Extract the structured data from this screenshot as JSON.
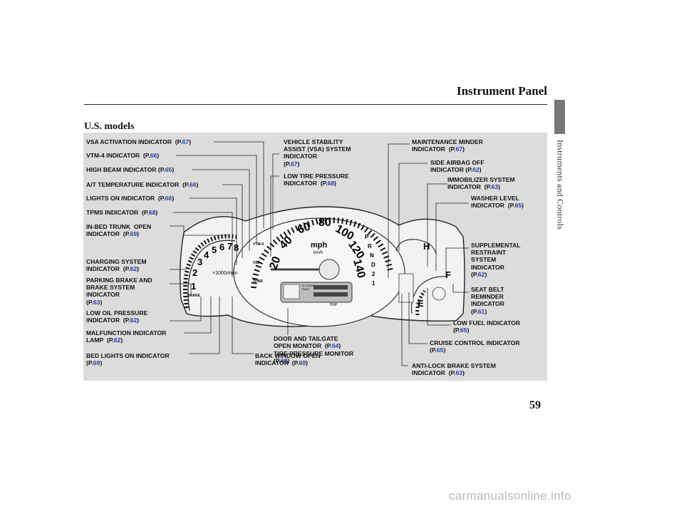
{
  "header": {
    "title": "Instrument Panel",
    "subtitle": "U.S. models"
  },
  "side": {
    "section": "Instruments and Controls"
  },
  "footer": {
    "page_number": "59",
    "watermark": "carmanualsonline.info"
  },
  "labels": {
    "vsa_activation": {
      "text": "VSA ACTIVATION INDICATOR  (P.",
      "page": "67",
      "end": ")"
    },
    "vtm4": {
      "text": "VTM-4 INDICATOR  (P.",
      "page": "66",
      "end": ")"
    },
    "high_beam": {
      "text": "HIGH BEAM INDICATOR (P.",
      "page": "65",
      "end": ")"
    },
    "at_temp": {
      "text": "A/T TEMPERATURE INDICATOR  (P.",
      "page": "66",
      "end": ")"
    },
    "lights_on": {
      "text": "LIGHTS ON INDICATOR  (P.",
      "page": "66",
      "end": ")"
    },
    "tpms": {
      "text": "TPMS INDICATOR  (P.",
      "page": "68",
      "end": ")"
    },
    "in_bed_trunk": {
      "text": "IN-BED TRUNK  OPEN\nINDICATOR  (P.",
      "page": "69",
      "end": ")"
    },
    "charging": {
      "text": "CHARGING SYSTEM\nINDICATOR  (P.",
      "page": "62",
      "end": ")"
    },
    "parking_brake": {
      "text": "PARKING BRAKE AND\nBRAKE SYSTEM\nINDICATOR\n(P.",
      "page": "63",
      "end": ")"
    },
    "low_oil": {
      "text": "LOW OIL PRESSURE\nINDICATOR  (P.",
      "page": "62",
      "end": ")"
    },
    "malfunction": {
      "text": "MALFUNCTION INDICATOR\nLAMP  (P.",
      "page": "62",
      "end": ")"
    },
    "bed_lights": {
      "text": "BED LIGHTS ON INDICATOR\n(P.",
      "page": "69",
      "end": ")"
    },
    "vsa_system": {
      "text": "VEHICLE STABILITY\nASSIST (VSA) SYSTEM\nINDICATOR\n(P.",
      "page": "67",
      "end": ")"
    },
    "low_tire": {
      "text": "LOW TIRE PRESSURE\nINDICATOR  (P.",
      "page": "68",
      "end": ")"
    },
    "door_tailgate": {
      "text": "DOOR AND TAILGATE\nOPEN MONITOR  (P.",
      "page": "64",
      "end": ")"
    },
    "tire_monitor": {
      "text": "TIRE PRESSURE MONITOR\n(P.",
      "page": "68",
      "end": ")"
    },
    "back_window": {
      "text": "BACK WINDOW OPEN\nINDICATOR  (P.",
      "page": "69",
      "end": ")"
    },
    "maintenance": {
      "text": "MAINTENANCE MINDER\nINDICATOR  (P.",
      "page": "67",
      "end": ")"
    },
    "side_airbag": {
      "text": "SIDE AIRBAG OFF\nINDICATOR (P.",
      "page": "62",
      "end": ")"
    },
    "immobilizer": {
      "text": "IMMOBILIZER SYSTEM\nINDICATOR  (P.",
      "page": "63",
      "end": ")"
    },
    "washer": {
      "text": "WASHER LEVEL\nINDICATOR  (P.",
      "page": "65",
      "end": ")"
    },
    "srs": {
      "text": "SUPPLEMENTAL\nRESTRAINT\nSYSTEM\nINDICATOR\n(P.",
      "page": "62",
      "end": ")"
    },
    "seat_belt": {
      "text": "SEAT BELT\nREMINDER\nINDICATOR\n(P.",
      "page": "61",
      "end": ")"
    },
    "low_fuel": {
      "text": "LOW FUEL INDICATOR\n(P.",
      "page": "65",
      "end": ")"
    },
    "cruise": {
      "text": "CRUISE CONTROL INDICATOR\n(P.",
      "page": "65",
      "end": ")"
    },
    "abs": {
      "text": "ANTI-LOCK BRAKE SYSTEM\nINDICATOR  (P.",
      "page": "63",
      "end": ")"
    }
  },
  "gauges": {
    "speed_mph": [
      "20",
      "40",
      "60",
      "80",
      "100",
      "120",
      "140"
    ],
    "speed_unit": "mph",
    "speed_sub_unit": "km/h",
    "tach_numbers": [
      "1",
      "2",
      "3",
      "4",
      "5",
      "6",
      "7",
      "8"
    ],
    "tach_unit": "×1000r/min",
    "gears": [
      "P",
      "R",
      "N",
      "D",
      "2",
      "1"
    ],
    "temp_hot": "H",
    "fuel_full": "F",
    "fuel_empty": "E",
    "trip": "TRIP",
    "outside_temp": "OUTSIDE\nTEMP",
    "brake_word": "BRAKE",
    "vsa_word": "VSA",
    "vtm_word": "VTM-4",
    "tpms_word": "TPMS"
  }
}
